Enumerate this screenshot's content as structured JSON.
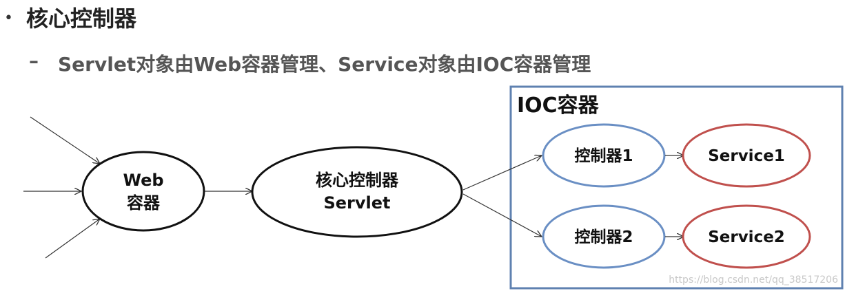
{
  "title": "核心控制器",
  "subtitle": "Servlet对象由Web容器管理、Service对象由IOC容器管理",
  "diagram": {
    "container_label": "IOC容器",
    "web_container": [
      "Web",
      "容器"
    ],
    "core_controller": [
      "核心控制器",
      "Servlet"
    ],
    "controller1": "控制器1",
    "controller2": "控制器2",
    "service1": "Service1",
    "service2": "Service2",
    "colors": {
      "controller_border": "#6a8fc4",
      "service_border": "#c0504d",
      "container_border": "#5f81b0"
    }
  },
  "watermark": "https://blog.csdn.net/qq_38517206"
}
